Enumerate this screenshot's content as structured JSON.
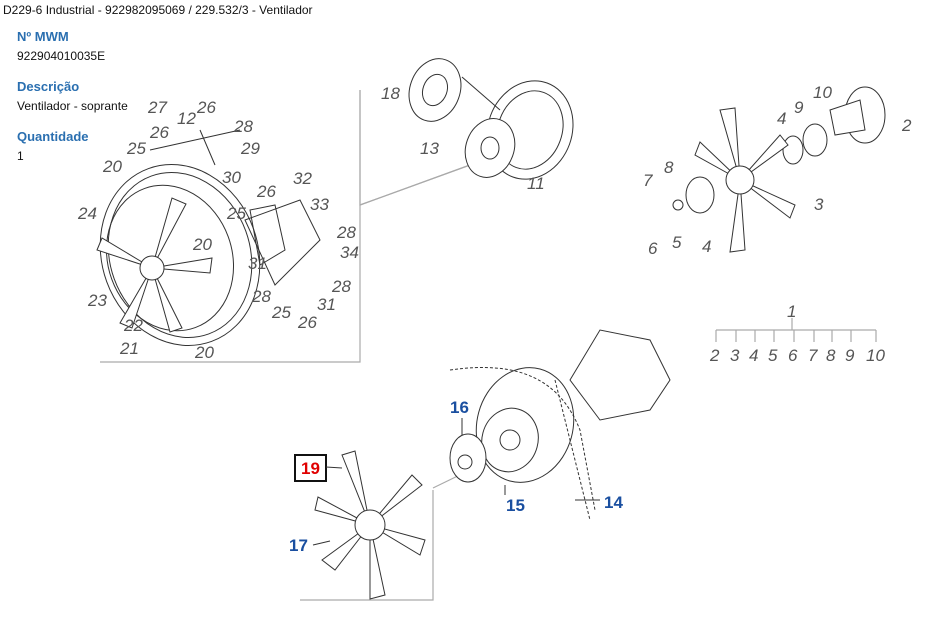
{
  "header": {
    "breadcrumb": "D229-6 Industrial - 922982095069  /  229.532/3 - Ventilador"
  },
  "details": {
    "mwm_label": "Nº MWM",
    "mwm_value": "922904010035E",
    "description_label": "Descrição",
    "description_value": "Ventilador - soprante",
    "quantity_label": "Quantidade",
    "quantity_value": "1"
  },
  "diagram": {
    "left_callouts": [
      "27",
      "12",
      "26",
      "28",
      "26",
      "25",
      "29",
      "20",
      "30",
      "26",
      "32",
      "33",
      "24",
      "25",
      "20",
      "28",
      "34",
      "31",
      "28",
      "23",
      "28",
      "31",
      "25",
      "26",
      "22",
      "21",
      "20"
    ],
    "middle_callouts": [
      "18",
      "13",
      "11"
    ],
    "right_callouts": [
      "10",
      "2",
      "9",
      "4",
      "8",
      "7",
      "3",
      "5",
      "6",
      "4"
    ],
    "index_callouts": [
      "1",
      "2",
      "3",
      "4",
      "5",
      "6",
      "7",
      "8",
      "9",
      "10"
    ],
    "highlight_callouts": [
      "16",
      "15",
      "14",
      "17"
    ],
    "selected_callout": "19",
    "colors": {
      "selected": "#e00000",
      "highlight": "#1a4fa0",
      "label": "#2a6fb0"
    }
  }
}
